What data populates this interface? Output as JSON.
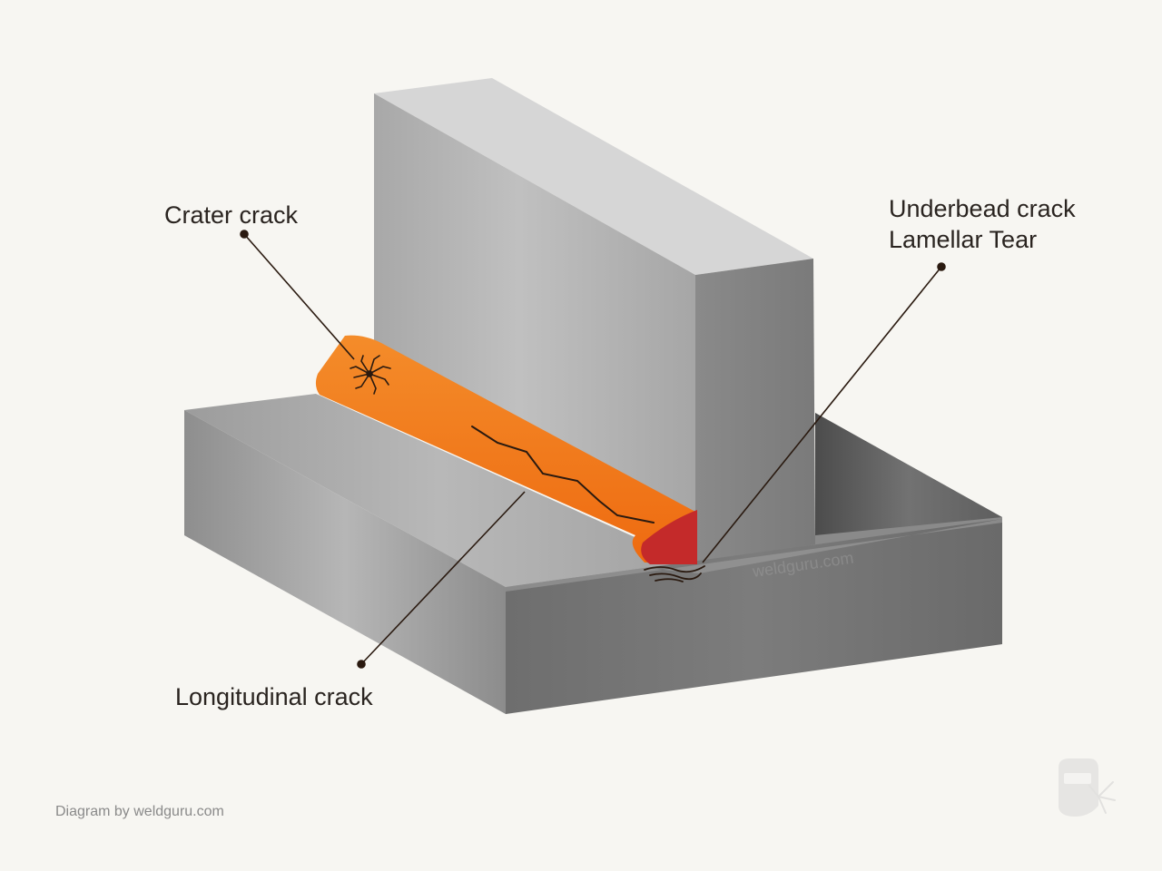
{
  "labels": {
    "crater_crack": "Crater crack",
    "underbead_crack": "Underbead crack",
    "lamellar_tear": "Lamellar Tear",
    "longitudinal_crack": "Longitudinal crack"
  },
  "watermark": "weldguru.com",
  "credit": "Diagram by weldguru.com",
  "colors": {
    "background": "#f7f6f2",
    "weld_bead": "#f07a18",
    "weld_end": "#c42a2a",
    "steel_light": "#bdbdbd",
    "steel_dark": "#6a6a6a",
    "leader_line": "#2a2420"
  },
  "icons": {
    "logo": "welding-helmet-spark-icon"
  }
}
